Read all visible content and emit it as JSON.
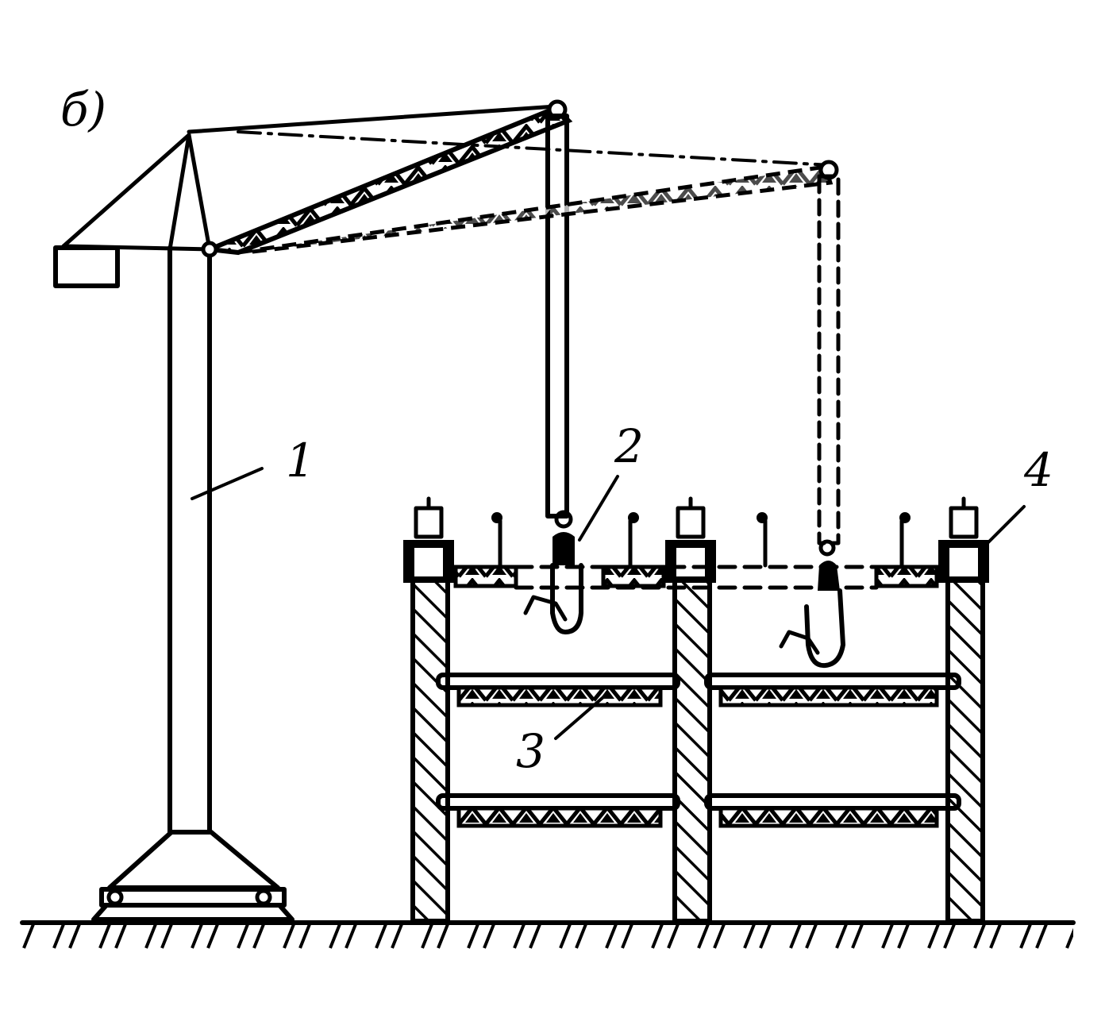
{
  "figure": {
    "panel_label": "б)",
    "labels": {
      "crane": "1",
      "hook_gripper": "2",
      "floor_slab": "3",
      "column": "4"
    },
    "colors": {
      "ink": "#000000",
      "paper": "#ffffff"
    }
  }
}
